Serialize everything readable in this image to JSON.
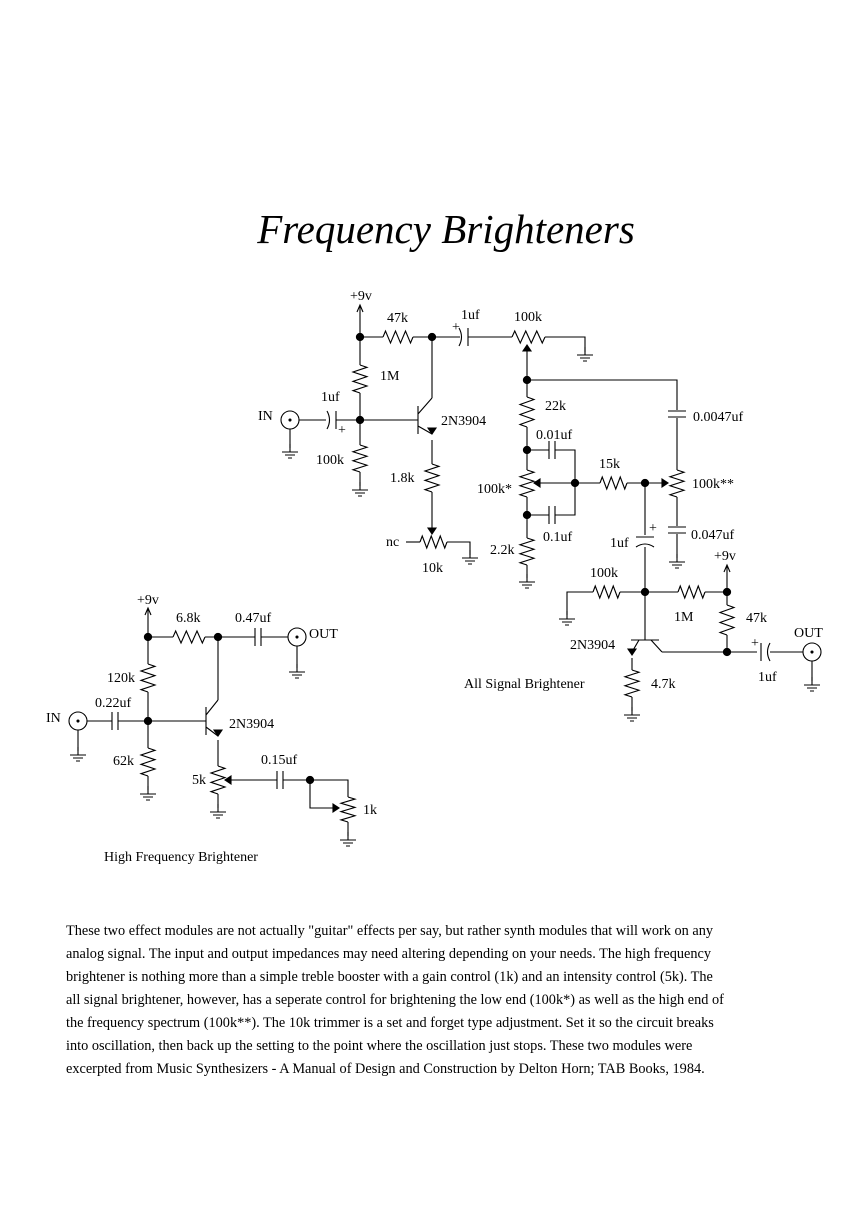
{
  "title": "Frequency Brighteners",
  "top_circuit": {
    "supply": "+9v",
    "r_collector": "47k",
    "cap_out": "1uf",
    "pot_100k": "100k",
    "r_bias_top": "1M",
    "input_label": "IN",
    "cap_in": "1uf",
    "transistor": "2N3904",
    "r_bias_bottom": "100k",
    "r_emitter": "1.8k",
    "trimmer_nc": "nc",
    "trimmer": "10k",
    "plus": "+"
  },
  "all_signal": {
    "caption": "All Signal Brightener",
    "r_22k": "22k",
    "c_001": "0.01uf",
    "pot_low": "100k*",
    "c_01": "0.1uf",
    "r_22": "2.2k",
    "r_15k": "15k",
    "c_0047": "0.0047uf",
    "pot_high": "100k**",
    "c_047": "0.047uf",
    "c_1uf": "1uf",
    "r_100k": "100k",
    "r_1m": "1M",
    "supply": "+9v",
    "r_47k": "47k",
    "transistor": "2N3904",
    "r_47": "4.7k",
    "c_out": "1uf",
    "output_label": "OUT",
    "plus": "+"
  },
  "high_freq": {
    "caption": "High Frequency Brightener",
    "supply": "+9v",
    "r_68": "6.8k",
    "c_047": "0.47uf",
    "output_label": "OUT",
    "r_120k": "120k",
    "input_label": "IN",
    "c_022": "0.22uf",
    "transistor": "2N3904",
    "r_62k": "62k",
    "pot_5k": "5k",
    "c_015": "0.15uf",
    "pot_1k": "1k"
  },
  "paragraph": [
    "These two effect modules are not actually \"guitar\" effects per say, but rather synth modules that will work on any",
    "analog signal.  The input and output impedances may need altering depending on your needs.  The high frequency",
    "brightener is nothing more than a simple treble booster with a gain control (1k) and an intensity control (5k).  The",
    "all signal brightener, however, has a seperate control for brightening the low end (100k*) as well as the high end of",
    "the frequency spectrum (100k**).  The 10k trimmer is a set and forget type adjustment.  Set it so the circuit breaks",
    "into oscillation, then back up the setting to the point where the oscillation just stops.  These two modules were",
    "excerpted from Music Synthesizers - A Manual of Design and Construction by Delton Horn; TAB Books, 1984."
  ]
}
